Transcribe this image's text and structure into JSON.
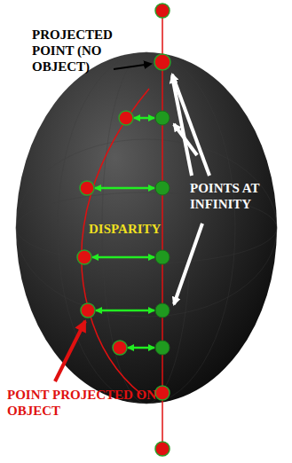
{
  "diagram": {
    "labels": [
      "PROJECTED POINT (NO OBJECT)",
      "POINTS AT INFINITY",
      "DISPARITY",
      "POINT PROJECTED ON OBJECT"
    ]
  }
}
